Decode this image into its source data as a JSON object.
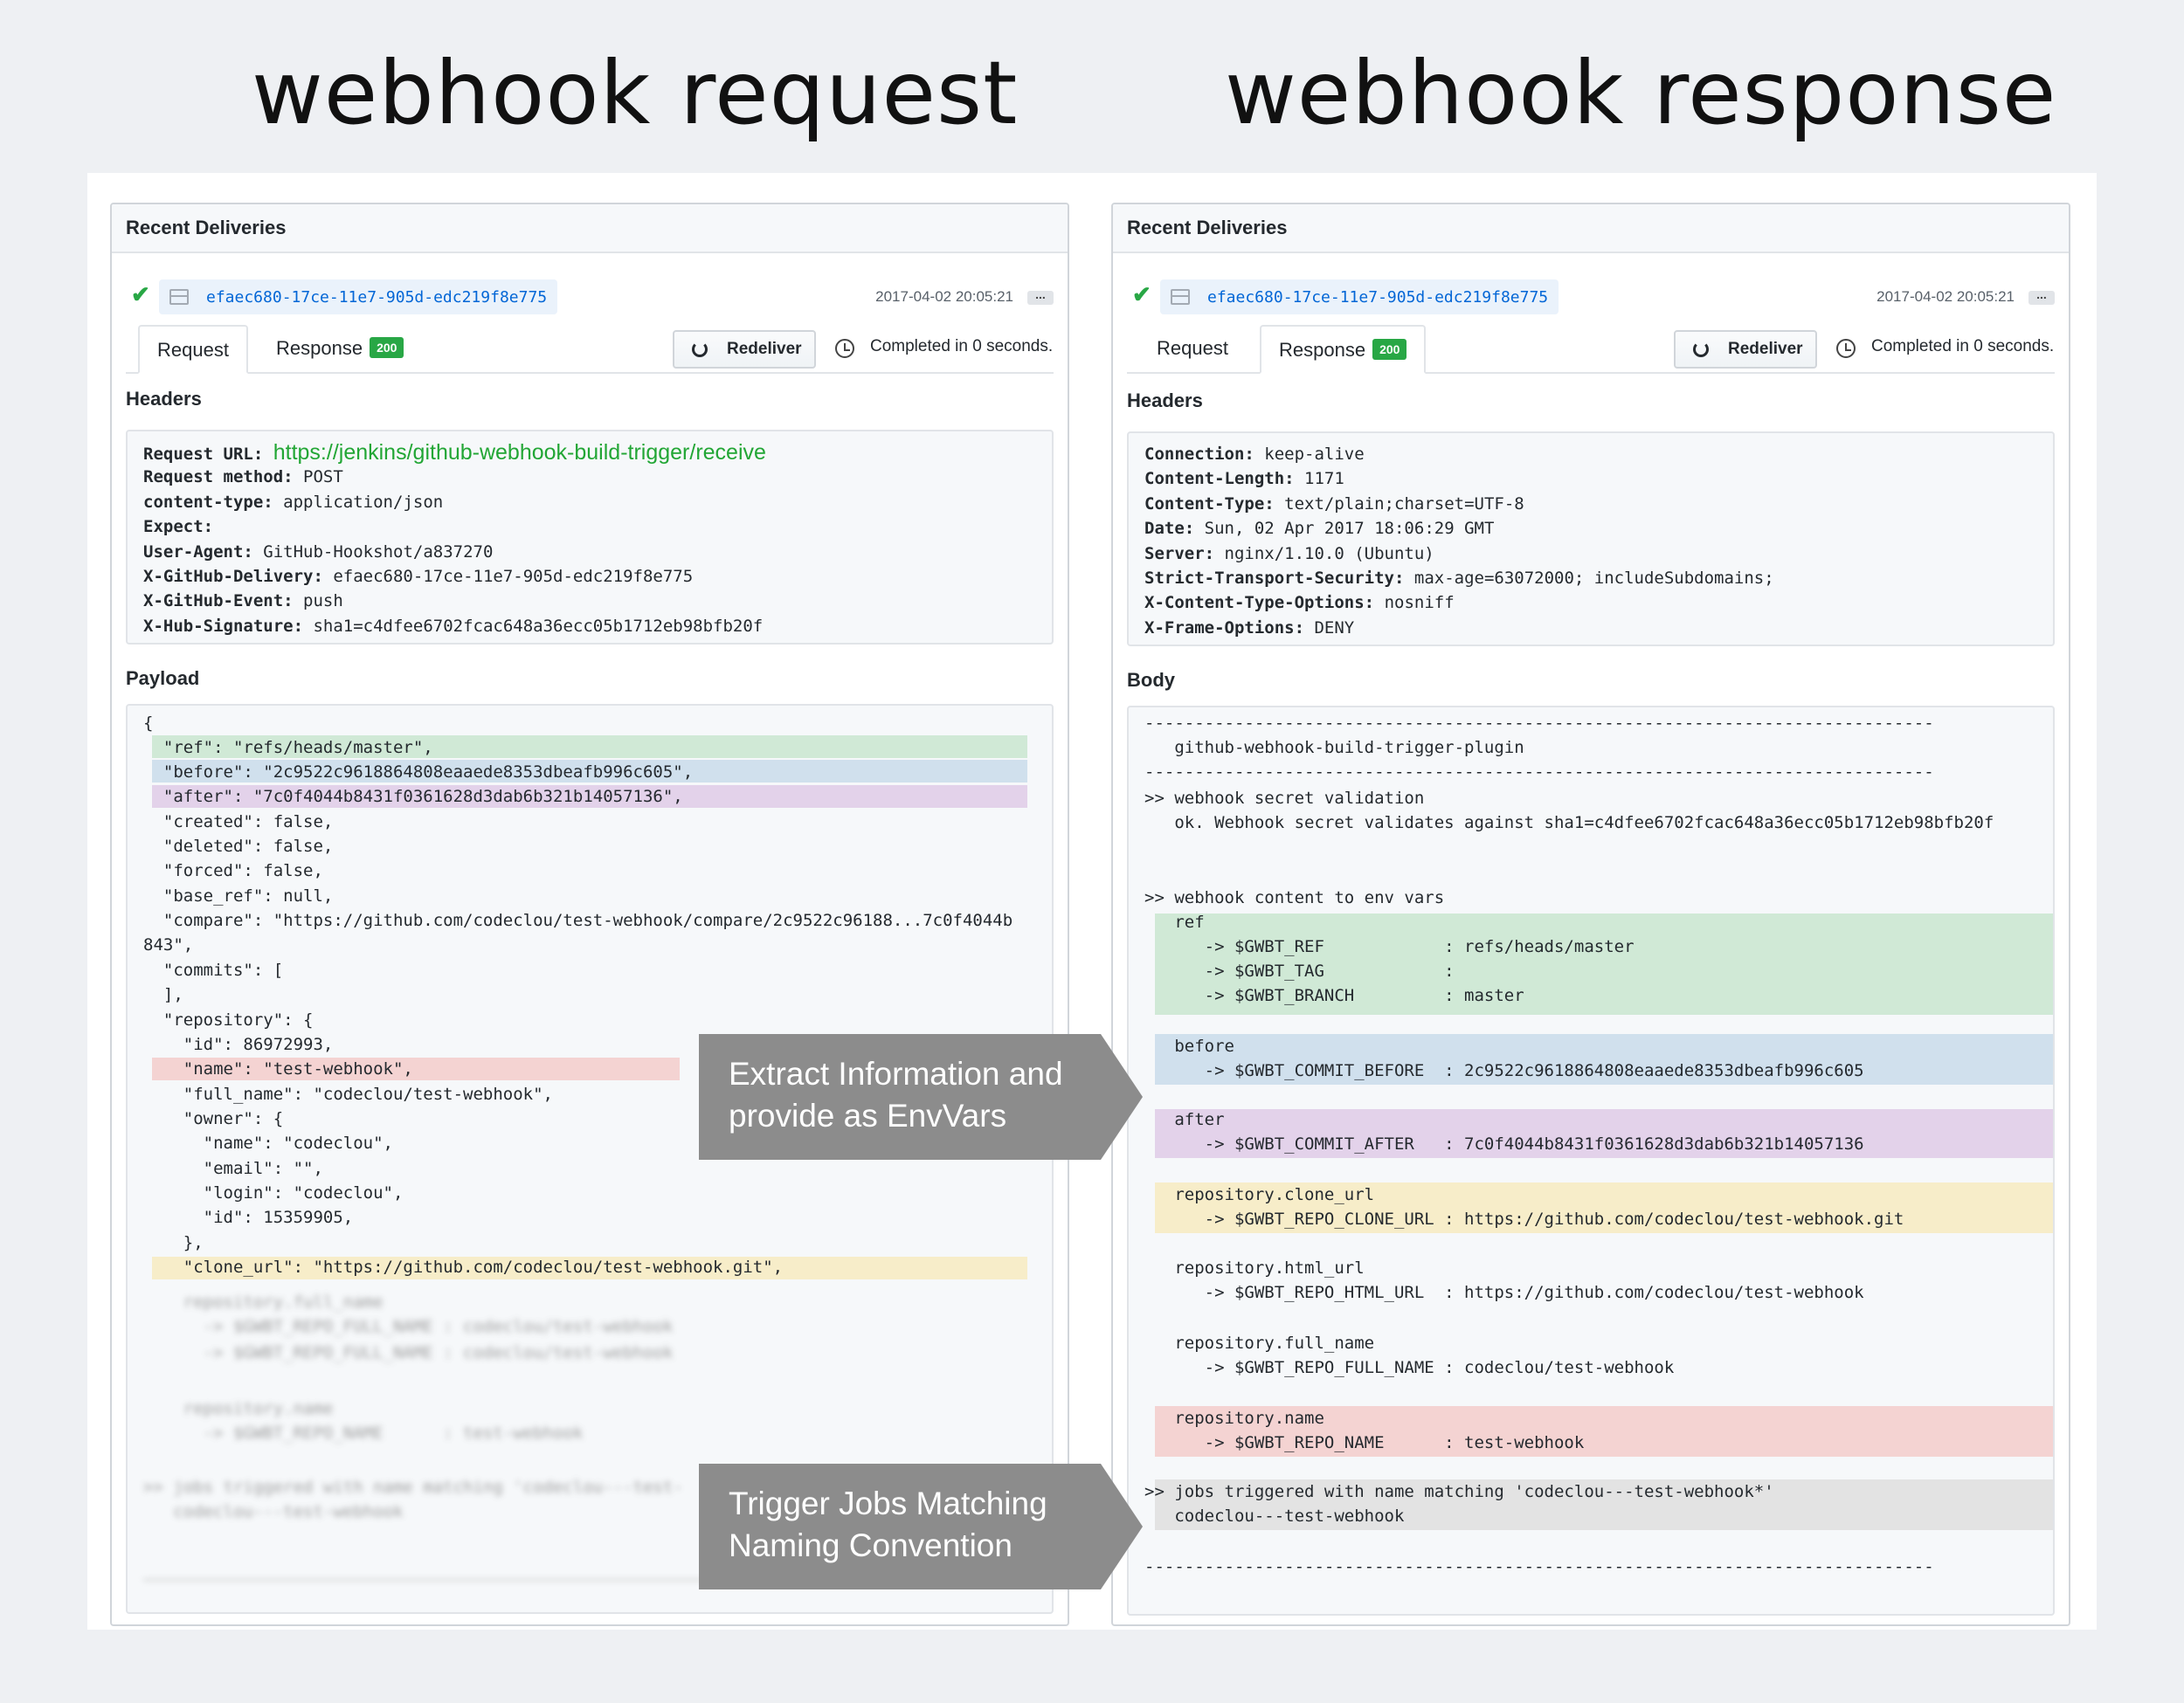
{
  "titles": {
    "left": "webhook request",
    "right": "webhook response"
  },
  "common": {
    "panel_title": "Recent Deliveries",
    "guid": "efaec680-17ce-11e7-905d-edc219f8e775",
    "timestamp": "2017-04-02 20:05:21",
    "more": "...",
    "tab_request": "Request",
    "tab_response": "Response",
    "badge": "200",
    "redeliver": "Redeliver",
    "completed": "Completed in 0 seconds.",
    "headers_title": "Headers"
  },
  "request": {
    "payload_title": "Payload",
    "headers": [
      {
        "key": "Request URL:",
        "value": "https://jenkins/github-webhook-build-trigger/receive"
      },
      {
        "key": "Request method:",
        "value": "POST"
      },
      {
        "key": "content-type:",
        "value": "application/json"
      },
      {
        "key": "Expect:",
        "value": ""
      },
      {
        "key": "User-Agent:",
        "value": "GitHub-Hookshot/a837270"
      },
      {
        "key": "X-GitHub-Delivery:",
        "value": "efaec680-17ce-11e7-905d-edc219f8e775"
      },
      {
        "key": "X-GitHub-Event:",
        "value": "push"
      },
      {
        "key": "X-Hub-Signature:",
        "value": "sha1=c4dfee6702fcac648a36ecc05b1712eb98bfb20f"
      }
    ],
    "payload_lines": [
      "{",
      "  \"ref\": \"refs/heads/master\",",
      "  \"before\": \"2c9522c9618864808eaaede8353dbeafb996c605\",",
      "  \"after\": \"7c0f4044b8431f0361628d3dab6b321b14057136\",",
      "  \"created\": false,",
      "  \"deleted\": false,",
      "  \"forced\": false,",
      "  \"base_ref\": null,",
      "  \"compare\": \"https://github.com/codeclou/test-webhook/compare/2c9522c96188...7c0f4044b",
      "843\",",
      "  \"commits\": [",
      "  ],",
      "  \"repository\": {",
      "    \"id\": 86972993,",
      "    \"name\": \"test-webhook\",",
      "    \"full_name\": \"codeclou/test-webhook\",",
      "    \"owner\": {",
      "      \"name\": \"codeclou\",",
      "      \"email\": \"\",",
      "      \"login\": \"codeclou\",",
      "      \"id\": 15359905,",
      "    },",
      "    \"clone_url\": \"https://github.com/codeclou/test-webhook.git\","
    ],
    "blurred_lines": [
      "    repository.full_name",
      "      -> $GWBT_REPO_FULL_NAME : codeclou/test-webhook",
      "      -> $GWBT_REPO_FULL_NAME : codeclou/test-webhook",
      "    repository.name",
      "      -> $GWBT_REPO_NAME      : test-webhook",
      ">> jobs triggered with name matching 'codeclou---test-",
      "   codeclou---test-webhook"
    ]
  },
  "response": {
    "body_title": "Body",
    "headers": [
      {
        "key": "Connection:",
        "value": "keep-alive"
      },
      {
        "key": "Content-Length:",
        "value": "1171"
      },
      {
        "key": "Content-Type:",
        "value": "text/plain;charset=UTF-8"
      },
      {
        "key": "Date:",
        "value": "Sun, 02 Apr 2017 18:06:29 GMT"
      },
      {
        "key": "Server:",
        "value": "nginx/1.10.0 (Ubuntu)"
      },
      {
        "key": "Strict-Transport-Security:",
        "value": "max-age=63072000; includeSubdomains;"
      },
      {
        "key": "X-Content-Type-Options:",
        "value": "nosniff"
      },
      {
        "key": "X-Frame-Options:",
        "value": "DENY"
      }
    ],
    "body_lines": [
      "-------------------------------------------------------------------------------",
      "   github-webhook-build-trigger-plugin",
      "-------------------------------------------------------------------------------",
      ">> webhook secret validation",
      "   ok. Webhook secret validates against sha1=c4dfee6702fcac648a36ecc05b1712eb98bfb20f",
      ">> webhook content to env vars",
      "   ref",
      "      -> $GWBT_REF            : refs/heads/master",
      "      -> $GWBT_TAG            :",
      "      -> $GWBT_BRANCH         : master",
      "   before",
      "      -> $GWBT_COMMIT_BEFORE  : 2c9522c9618864808eaaede8353dbeafb996c605",
      "   after",
      "      -> $GWBT_COMMIT_AFTER   : 7c0f4044b8431f0361628d3dab6b321b14057136",
      "   repository.clone_url",
      "      -> $GWBT_REPO_CLONE_URL : https://github.com/codeclou/test-webhook.git",
      "   repository.html_url",
      "      -> $GWBT_REPO_HTML_URL  : https://github.com/codeclou/test-webhook",
      "   repository.full_name",
      "      -> $GWBT_REPO_FULL_NAME : codeclou/test-webhook",
      "   repository.name",
      "      -> $GWBT_REPO_NAME      : test-webhook",
      ">> jobs triggered with name matching 'codeclou---test-webhook*'",
      "   codeclou---test-webhook",
      "-------------------------------------------------------------------------------"
    ]
  },
  "callouts": {
    "extract": "Extract Information and provide as EnvVars",
    "trigger": "Trigger Jobs Matching Naming Convention"
  },
  "colors": {
    "green_highlight": "#d0e9d6",
    "blue_highlight": "#d0e0ed",
    "purple_highlight": "#e3d2ea",
    "red_highlight": "#f4d3d2",
    "yellow_highlight": "#f7edc9",
    "gray_highlight": "#e3e3e3",
    "success": "#28a745",
    "link": "#0366d6"
  }
}
